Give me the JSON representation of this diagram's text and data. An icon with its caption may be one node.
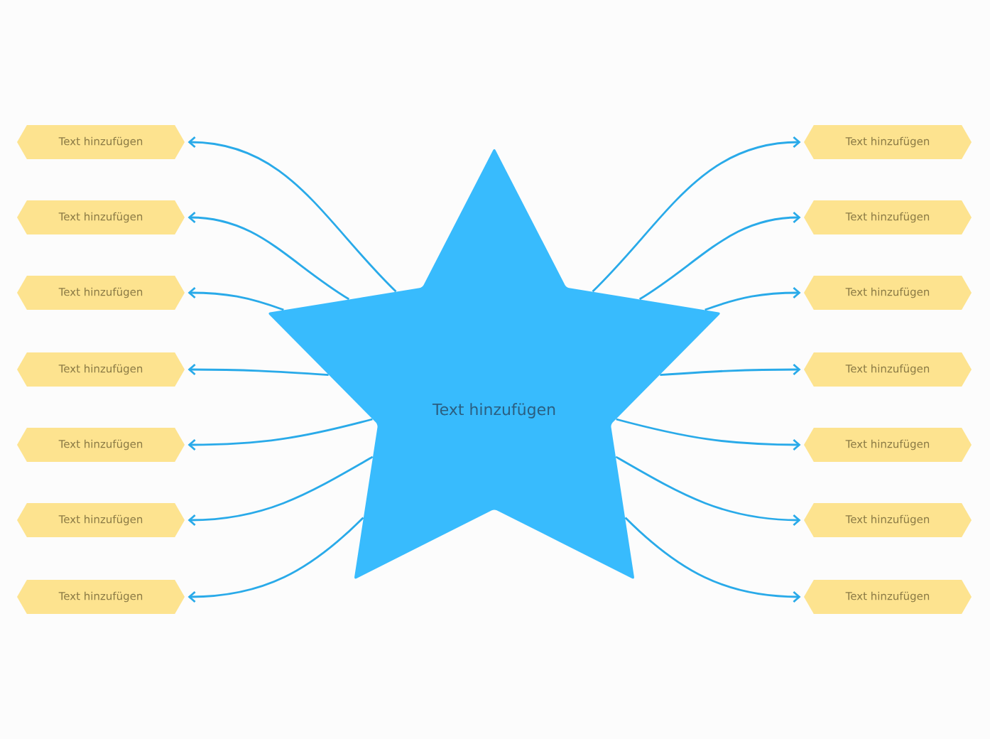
{
  "diagram": {
    "nodes": [
      {
        "text": [
          "Text hinzufügen"
        ]
      },
      {
        "text": [
          "Text hinzufügen"
        ]
      },
      {
        "text": [
          "Text hinzufügen"
        ]
      },
      {
        "text": [
          "Text hinzufügen"
        ]
      },
      {
        "text": [
          "Text hinzufügen"
        ]
      },
      {
        "text": [
          "Text hinzufügen"
        ]
      },
      {
        "text": [
          "Text hinzufügen"
        ]
      },
      {
        "text": [
          "Text hinzufügen"
        ]
      },
      {
        "text": [
          "Text hinzufügen"
        ]
      },
      {
        "text": [
          "Text hinzufügen"
        ]
      },
      {
        "text": [
          "Text hinzufügen"
        ]
      },
      {
        "text": [
          "Text hinzufügen"
        ]
      },
      {
        "text": [
          "Text hinzufügen"
        ]
      },
      {
        "text": [
          "Text hinzufügen"
        ]
      },
      {
        "text": [
          "Text hinzufügen"
        ]
      }
    ],
    "edges": [
      {
        "from": 0,
        "to": 1,
        "arrow": "to"
      },
      {
        "from": 0,
        "to": 2,
        "arrow": "to"
      },
      {
        "from": 0,
        "to": 3,
        "arrow": "to"
      },
      {
        "from": 0,
        "to": 4,
        "arrow": "to"
      },
      {
        "from": 0,
        "to": 5,
        "arrow": "to"
      },
      {
        "from": 0,
        "to": 6,
        "arrow": "to"
      },
      {
        "from": 0,
        "to": 7,
        "arrow": "to"
      },
      {
        "from": 0,
        "to": 8,
        "arrow": "to"
      },
      {
        "from": 0,
        "to": 9,
        "arrow": "to"
      },
      {
        "from": 0,
        "to": 10,
        "arrow": "to"
      },
      {
        "from": 0,
        "to": 11,
        "arrow": "to"
      },
      {
        "from": 0,
        "to": 12,
        "arrow": "to"
      },
      {
        "from": 0,
        "to": 13,
        "arrow": "to"
      },
      {
        "from": 0,
        "to": 14,
        "arrow": "to"
      }
    ]
  }
}
